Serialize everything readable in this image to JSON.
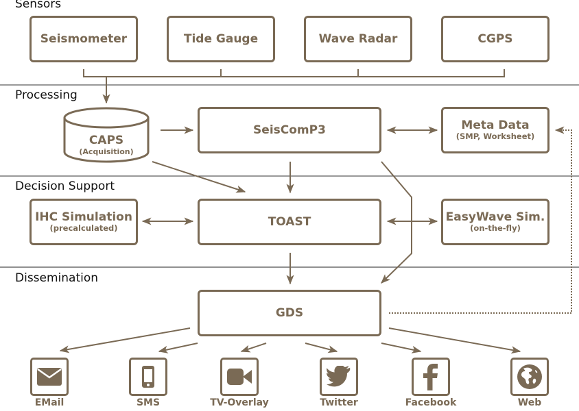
{
  "colors": {
    "primary": "#7a6a55",
    "divider": "#333333",
    "label": "#111111"
  },
  "lanes": [
    {
      "id": "sensors",
      "label": "Sensors"
    },
    {
      "id": "processing",
      "label": "Processing"
    },
    {
      "id": "decision",
      "label": "Decision Support"
    },
    {
      "id": "dissemination",
      "label": "Dissemination"
    }
  ],
  "sensors": [
    {
      "title": "Seismometer"
    },
    {
      "title": "Tide Gauge"
    },
    {
      "title": "Wave Radar"
    },
    {
      "title": "CGPS"
    }
  ],
  "processing": {
    "caps": {
      "title": "CAPS",
      "sub": "(Acquisition)"
    },
    "seiscomp": {
      "title": "SeisComP3"
    },
    "metadata": {
      "title": "Meta Data",
      "sub": "(SMP, Worksheet)"
    }
  },
  "decision": {
    "ihc": {
      "title": "IHC Simulation",
      "sub": "(precalculated)"
    },
    "toast": {
      "title": "TOAST"
    },
    "easywave": {
      "title": "EasyWave Sim.",
      "sub": "(on-the-fly)"
    }
  },
  "dissemination": {
    "gds": {
      "title": "GDS"
    },
    "channels": [
      {
        "label": "EMail",
        "icon": "envelope-icon"
      },
      {
        "label": "SMS",
        "icon": "phone-icon"
      },
      {
        "label": "TV-Overlay",
        "icon": "video-camera-icon"
      },
      {
        "label": "Twitter",
        "icon": "twitter-bird-icon"
      },
      {
        "label": "Facebook",
        "icon": "facebook-f-icon"
      },
      {
        "label": "Web",
        "icon": "globe-icon"
      }
    ]
  }
}
